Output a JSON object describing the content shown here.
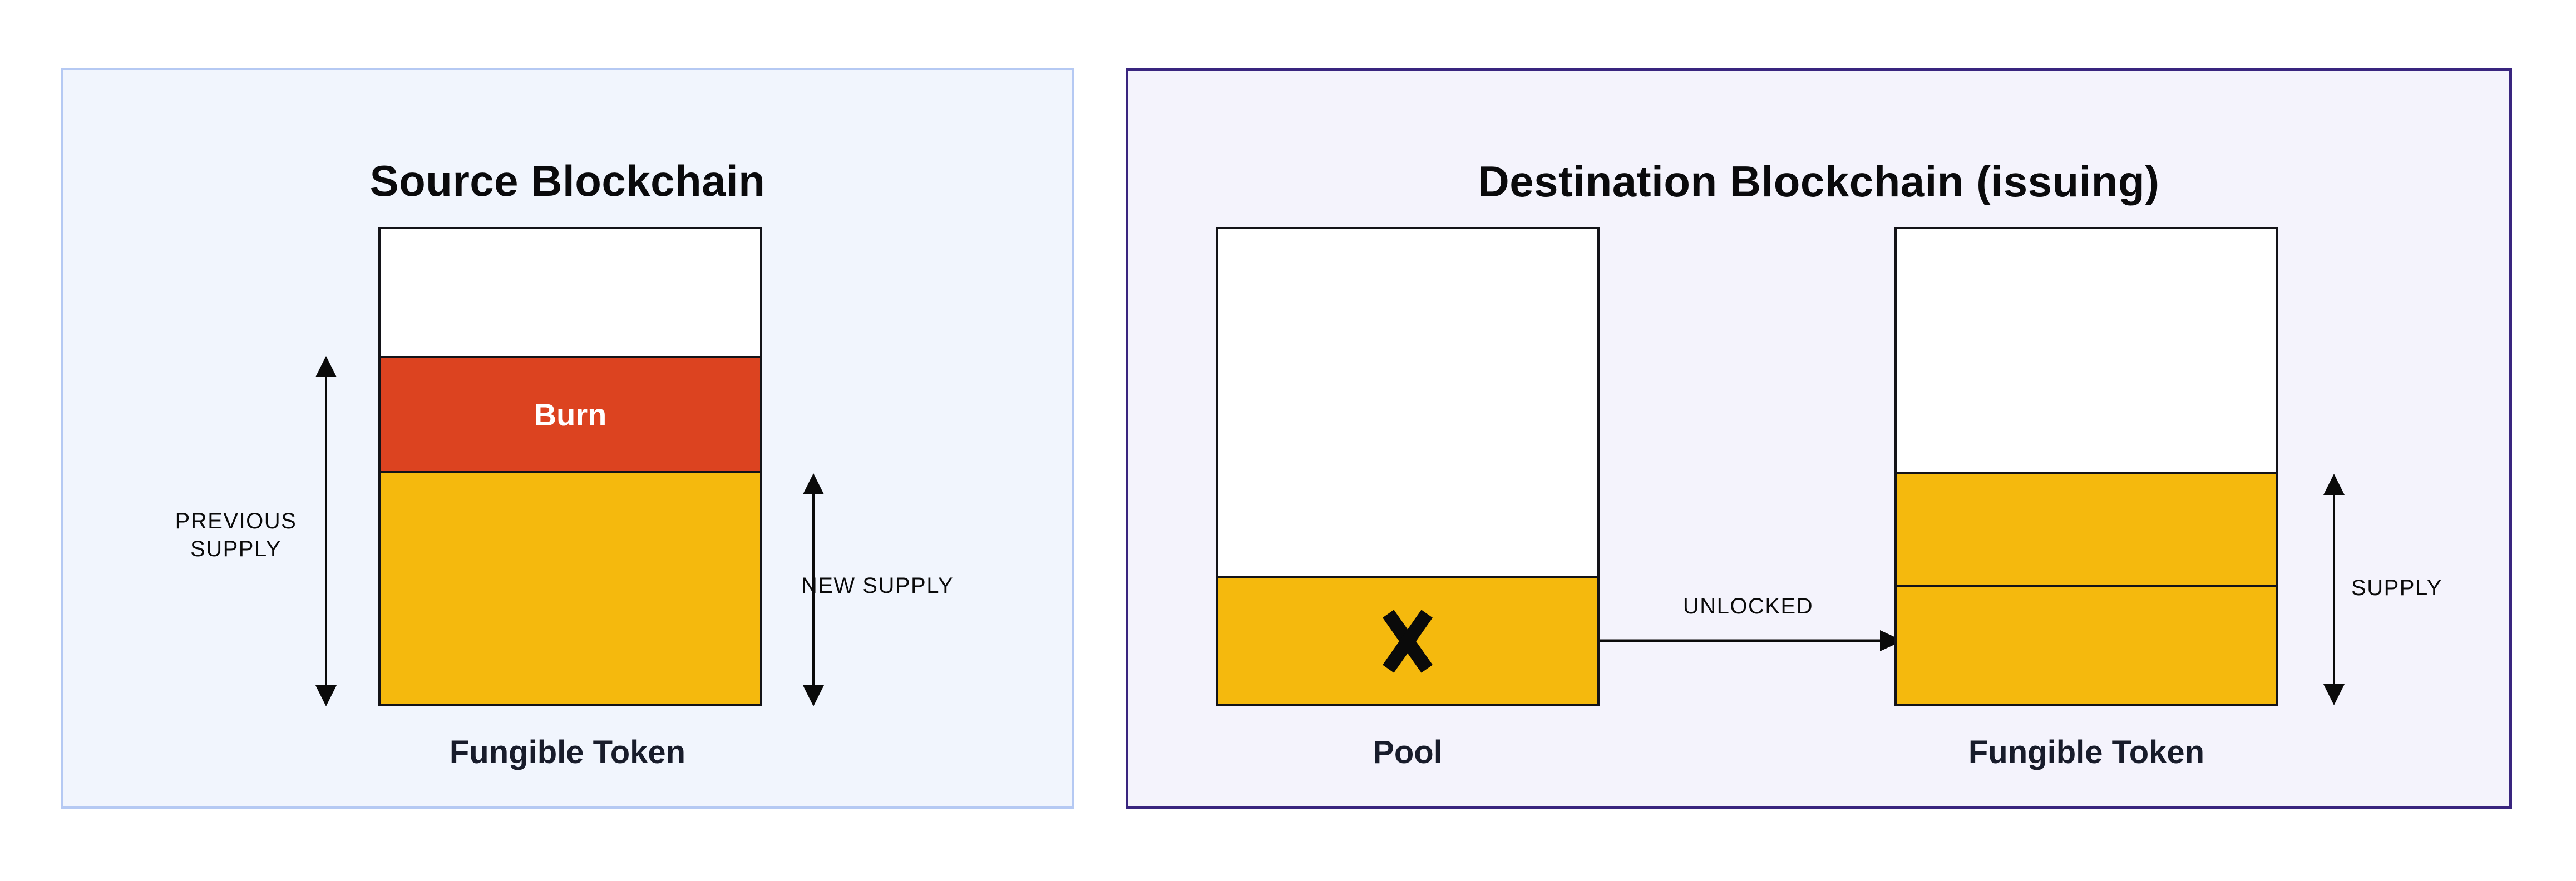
{
  "colors": {
    "page_bg": "#FFFFFF",
    "source_panel_bg": "#F1F5FD",
    "source_panel_border": "#B5C9F3",
    "dest_panel_bg": "#F4F3FC",
    "dest_panel_border": "#39257F",
    "bar_outline": "#131318",
    "burn_fill": "#DC4320",
    "token_fill": "#F5B90D",
    "title_text": "#0A0A0C",
    "label_text": "#181C2B",
    "annotation_text": "#0A0A0A",
    "burn_text": "#FFFFFF"
  },
  "source_panel": {
    "title": "Source Blockchain",
    "burn_label": "Burn",
    "previous_supply_label": "PREVIOUS SUPPLY",
    "new_supply_label": "NEW SUPPLY",
    "bar_caption": "Fungible Token"
  },
  "destination_panel": {
    "title": "Destination Blockchain (issuing)",
    "pool_caption": "Pool",
    "unlocked_label": "UNLOCKED",
    "supply_label": "SUPPLY",
    "token_caption": "Fungible Token"
  }
}
